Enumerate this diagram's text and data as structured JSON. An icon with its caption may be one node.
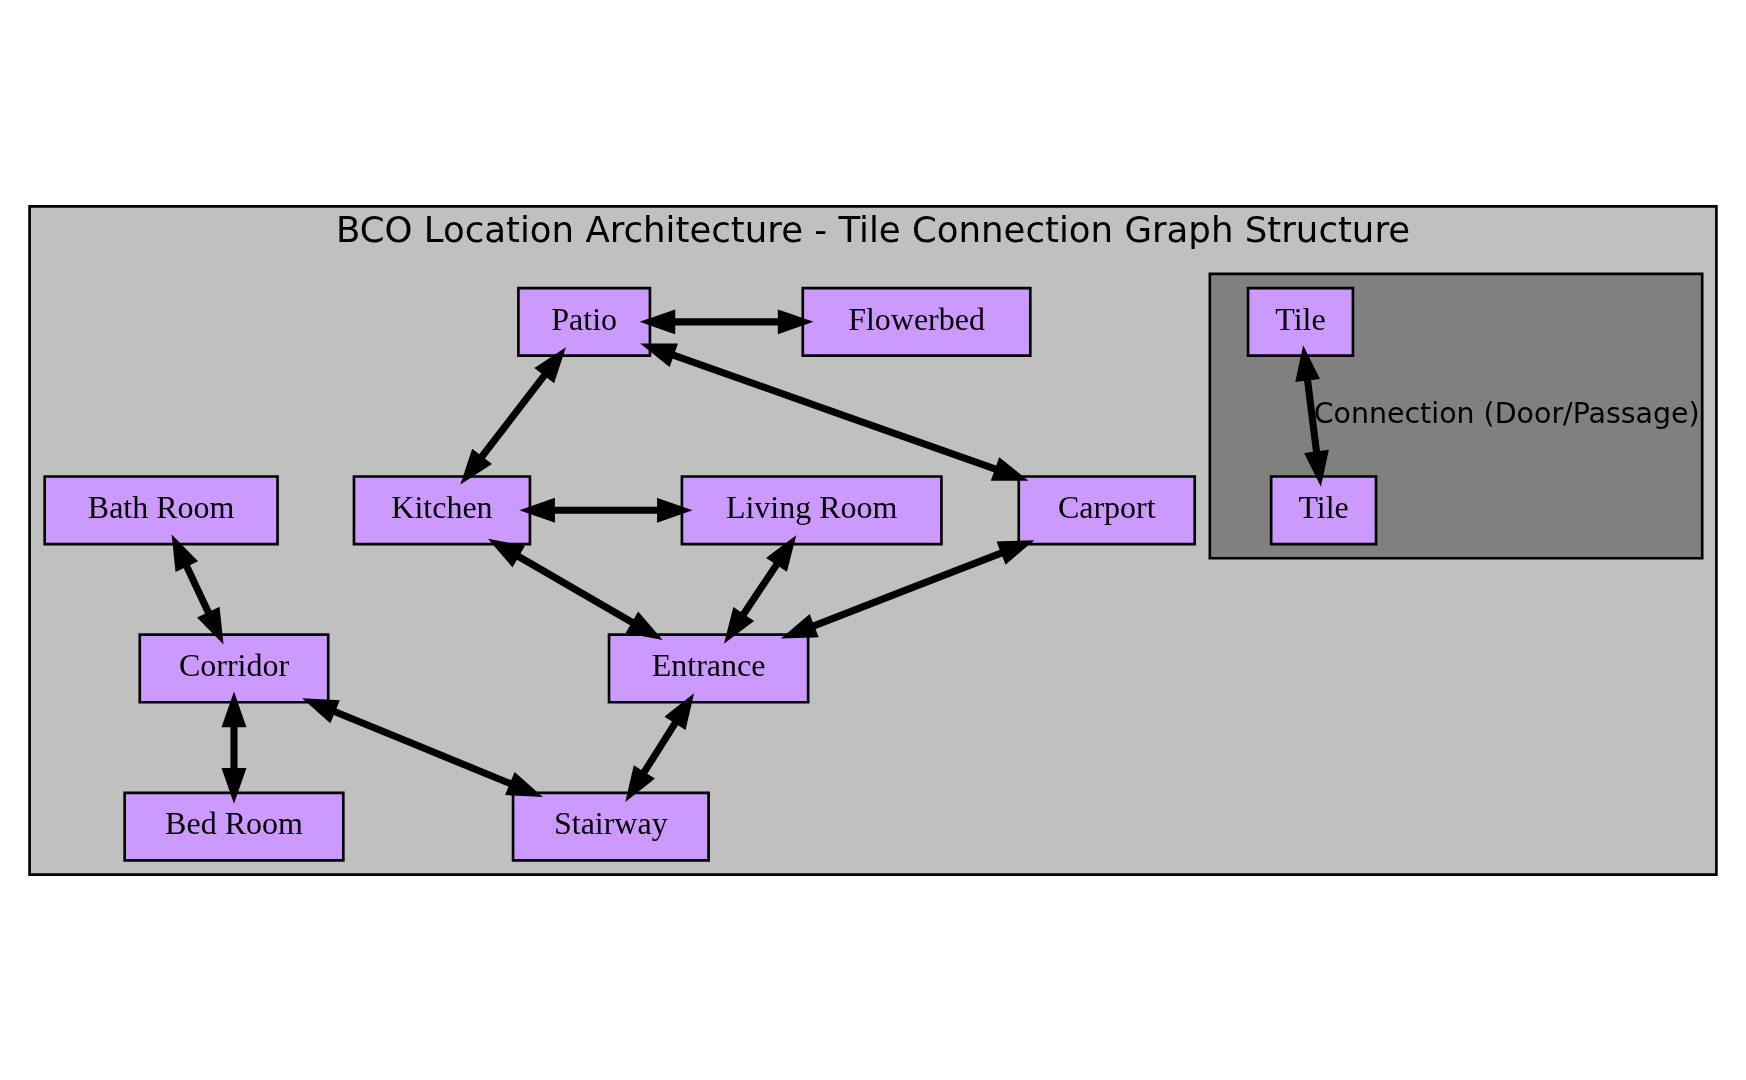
{
  "diagram": {
    "nodes": [
      {
        "text": [
          "BCO Location Architecture - Tile Connection Graph Structure"
        ]
      },
      {
        "text": [
          "Patio"
        ],
        "in": 0
      },
      {
        "text": [
          "Flowerbed"
        ],
        "in": 0
      },
      {
        "text": [
          "Kitchen"
        ],
        "in": 0
      },
      {
        "text": [
          "Living Room"
        ],
        "in": 0
      },
      {
        "text": [
          "Carport"
        ],
        "in": 0
      },
      {
        "text": [
          "Bath Room"
        ],
        "in": 0
      },
      {
        "text": [
          "Entrance"
        ],
        "in": 0
      },
      {
        "text": [
          "Corridor"
        ],
        "in": 0
      },
      {
        "text": [
          "Stairway"
        ],
        "in": 0
      },
      {
        "text": [
          "Bed Room"
        ],
        "in": 0
      },
      {
        "text": [],
        "shape": "box",
        "in": 0
      },
      {
        "text": [
          "Tile"
        ],
        "in": 11
      },
      {
        "text": [
          "Tile"
        ],
        "in": 11
      }
    ],
    "edges": [
      {
        "from": 3,
        "to": 1,
        "arrow": "both"
      },
      {
        "from": 1,
        "to": 2,
        "arrow": "both"
      },
      {
        "from": 1,
        "to": 5,
        "arrow": "both"
      },
      {
        "from": 3,
        "to": 4,
        "arrow": "both"
      },
      {
        "from": 4,
        "to": 7,
        "arrow": "both"
      },
      {
        "from": 3,
        "to": 7,
        "arrow": "both"
      },
      {
        "from": 5,
        "to": 7,
        "arrow": "both"
      },
      {
        "from": 7,
        "to": 9,
        "arrow": "both"
      },
      {
        "from": 9,
        "to": 8,
        "arrow": "both"
      },
      {
        "from": 6,
        "to": 8,
        "arrow": "both"
      },
      {
        "from": 8,
        "to": 10,
        "arrow": "both"
      },
      {
        "from": 12,
        "to": 13,
        "arrow": "both",
        "label": "Connection (Door/Passage)"
      }
    ]
  }
}
